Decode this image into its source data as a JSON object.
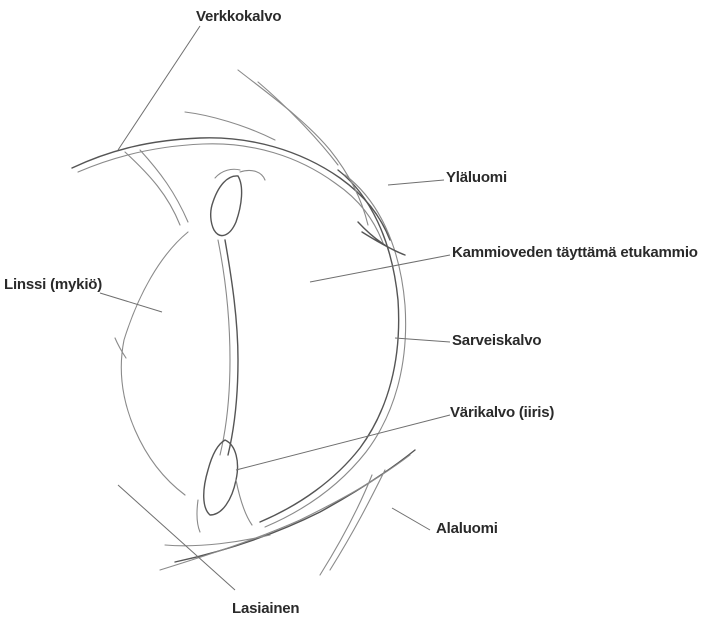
{
  "labels": {
    "retina": "Verkkokalvo",
    "upper_eyelid": "Yläluomi",
    "anterior_chamber": "Kammioveden täyttämä etukammio",
    "lens": "Linssi (mykiö)",
    "cornea": "Sarveiskalvo",
    "iris": "Värikalvo (iiris)",
    "lower_eyelid": "Alaluomi",
    "vitreous": "Lasiainen"
  },
  "colors": {
    "sketch_stroke": "#8a8a8a",
    "label_text": "#2a2a2a"
  }
}
